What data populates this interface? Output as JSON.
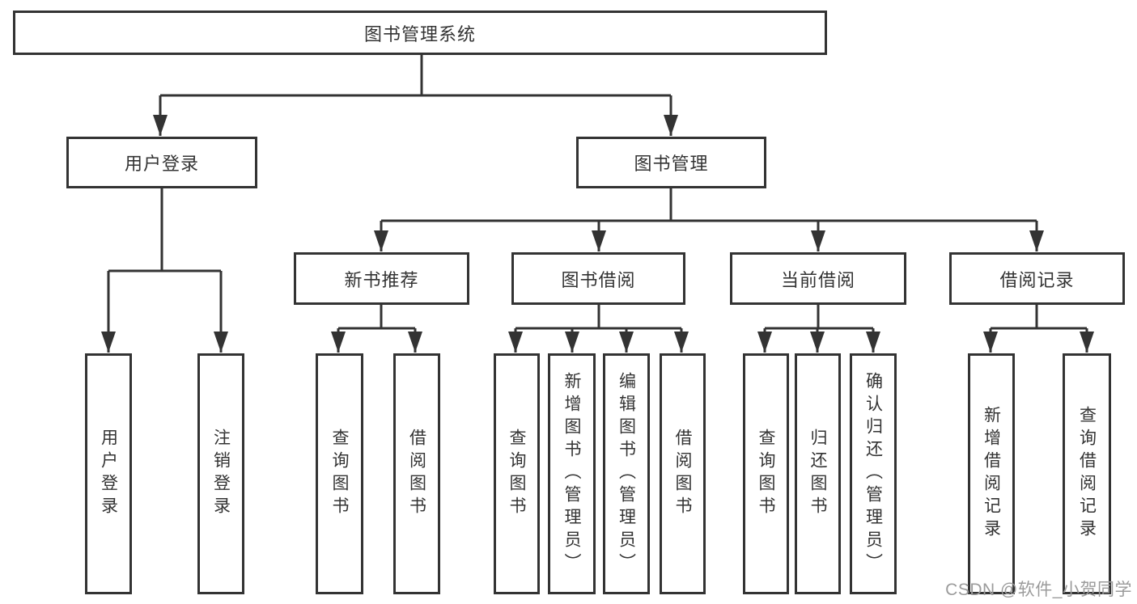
{
  "diagram": {
    "root": {
      "label": "图书管理系统"
    },
    "branches": [
      {
        "label": "用户登录",
        "children": [
          {
            "label": "用户登录"
          },
          {
            "label": "注销登录"
          }
        ]
      },
      {
        "label": "图书管理",
        "children": [
          {
            "label": "新书推荐",
            "children": [
              {
                "label": "查询图书"
              },
              {
                "label": "借阅图书"
              }
            ]
          },
          {
            "label": "图书借阅",
            "children": [
              {
                "label": "查询图书"
              },
              {
                "label": "新增图书（管理员）"
              },
              {
                "label": "编辑图书（管理员）"
              },
              {
                "label": "借阅图书"
              }
            ]
          },
          {
            "label": "当前借阅",
            "children": [
              {
                "label": "查询图书"
              },
              {
                "label": "归还图书"
              },
              {
                "label": "确认归还（管理员）"
              }
            ]
          },
          {
            "label": "借阅记录",
            "children": [
              {
                "label": "新增借阅记录"
              },
              {
                "label": "查询借阅记录"
              }
            ]
          }
        ]
      }
    ]
  },
  "watermark": {
    "text": "CSDN @软件_小贺同学"
  },
  "colors": {
    "line": "#333333",
    "box_background": "#ffffff",
    "watermark": "#9b9b9b"
  }
}
